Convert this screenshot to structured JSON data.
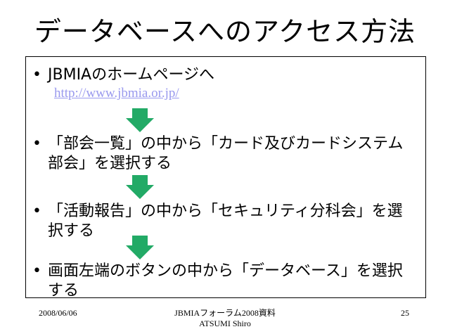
{
  "slide": {
    "title": "データベースへのアクセス方法",
    "bullets": [
      {
        "text": "JBMIAのホームページへ"
      },
      {
        "text": "「部会一覧」の中から「カード及びカードシステム部会」を選択する"
      },
      {
        "text": "「活動報告」の中から「セキュリティ分科会」を選択する"
      },
      {
        "text": "画面左端のボタンの中から「データベース」を選択する"
      }
    ],
    "bullet_symbol": "•",
    "link": "http://www.jbmia.or.jp/",
    "arrow_icon": "down-arrow-icon",
    "arrow_color": "#22aa66"
  },
  "footer": {
    "date": "2008/06/06",
    "center_line1": "JBMIAフォーラム2008資料",
    "center_line2": "ATSUMI Shiro",
    "page": "25"
  }
}
